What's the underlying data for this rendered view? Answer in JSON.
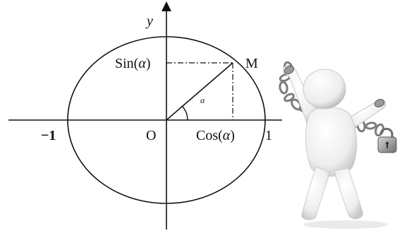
{
  "diagram": {
    "labels": {
      "y_axis": "y",
      "sin": "Sin(",
      "sin_alpha": "α",
      "sin_close": ")",
      "cos": "Cos(",
      "cos_alpha": "α",
      "cos_close": ")",
      "point": "M",
      "angle": "α",
      "minus_one": "−1",
      "origin": "O",
      "one": "1"
    },
    "colors": {
      "line": "#111111",
      "figure_body": "#f2f2f2",
      "chain": "#8a8a8a"
    }
  },
  "illustration": {
    "subject": "white 3d figure breaking chains with padlock"
  }
}
